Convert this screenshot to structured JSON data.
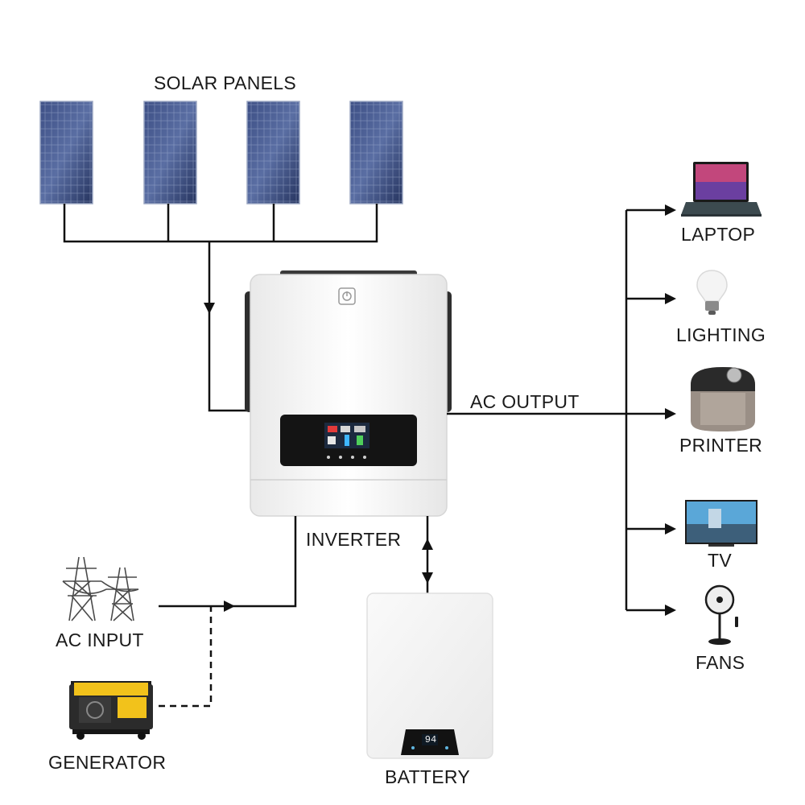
{
  "labels": {
    "solar_panels": "SOLAR PANELS",
    "inverter": "INVERTER",
    "ac_output": "AC OUTPUT",
    "ac_input": "AC INPUT",
    "generator": "GENERATOR",
    "battery": "BATTERY",
    "loads": [
      "LAPTOP",
      "LIGHTING",
      "PRINTER",
      "TV",
      "FANS"
    ]
  },
  "battery_display": {
    "level": "94"
  },
  "colors": {
    "wire": "#111111",
    "panel_blue": "#2f3f6e",
    "device_white": "#f4f4f4"
  },
  "icons": [
    "solar-panel-icon",
    "inverter-icon",
    "battery-icon",
    "transmission-tower-icon",
    "generator-icon",
    "laptop-icon",
    "light-bulb-icon",
    "appliance-icon",
    "tv-icon",
    "fan-icon"
  ]
}
